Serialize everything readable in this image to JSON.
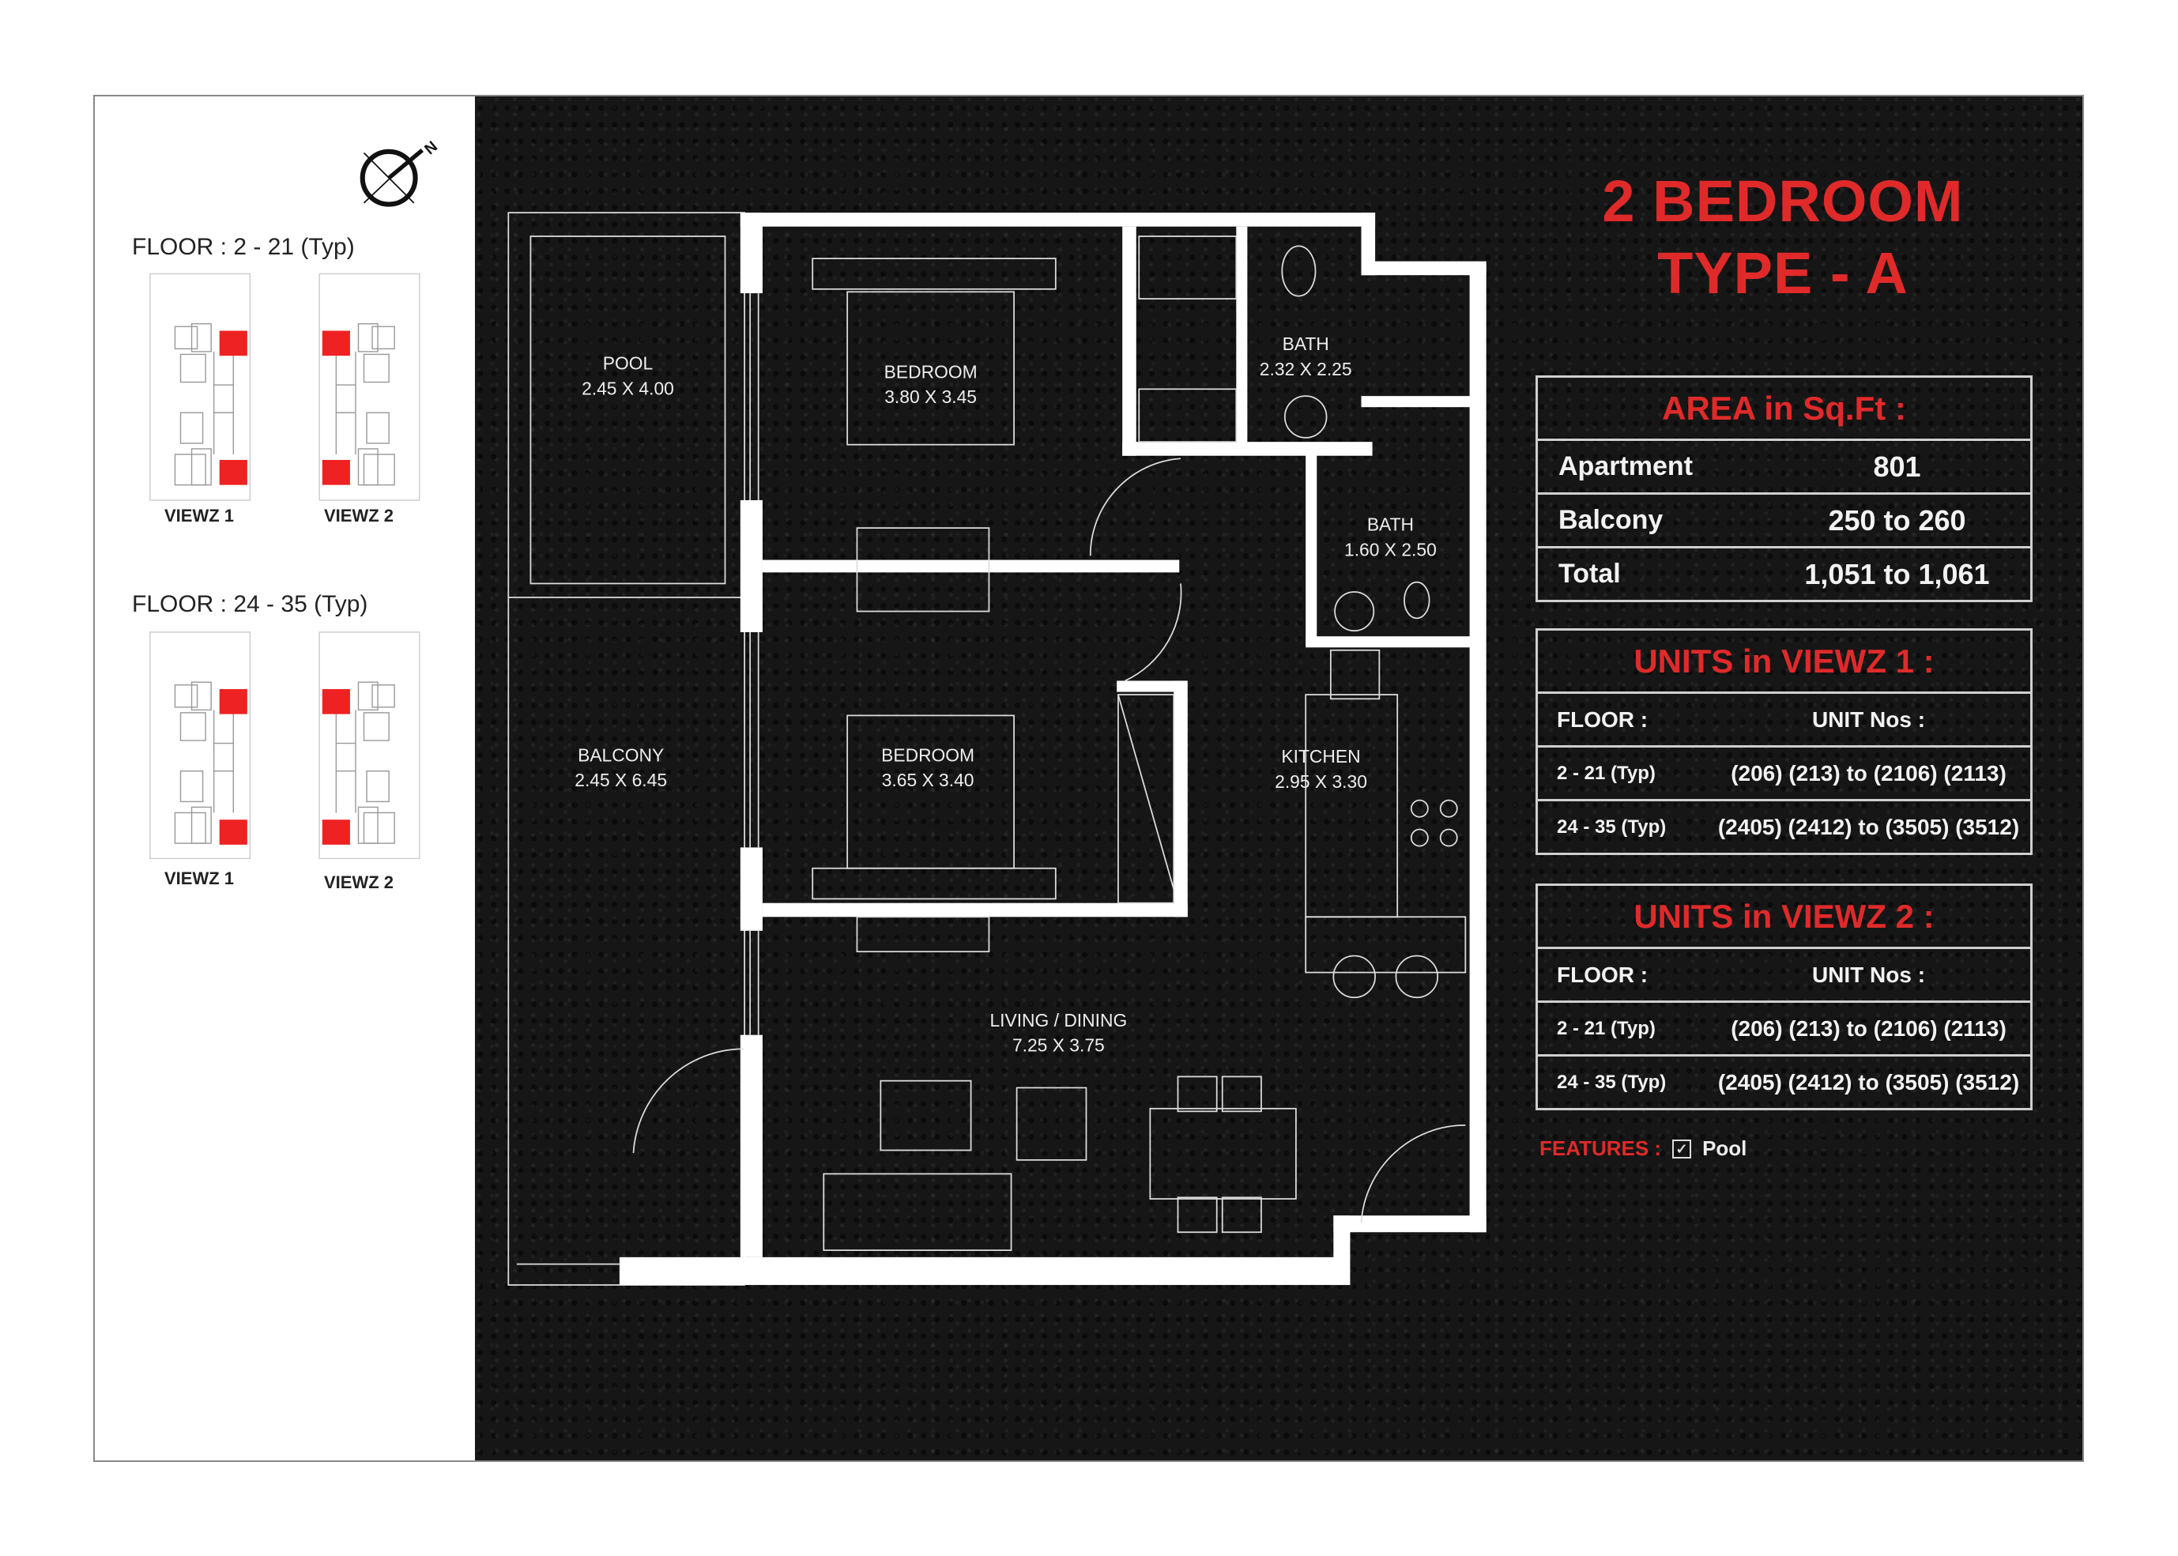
{
  "title": {
    "line1": "2 BEDROOM",
    "line2": "TYPE - A"
  },
  "key_plan": {
    "compass_label": "N",
    "floors": [
      {
        "label": "FLOOR : 2 - 21 (Typ)",
        "views": [
          "VIEWZ 1",
          "VIEWZ 2"
        ]
      },
      {
        "label": "FLOOR : 24 - 35 (Typ)",
        "views": [
          "VIEWZ 1",
          "VIEWZ 2"
        ]
      }
    ]
  },
  "rooms": {
    "pool": {
      "name": "POOL",
      "size": "2.45 X 4.00"
    },
    "bedroom1": {
      "name": "BEDROOM",
      "size": "3.80 X 3.45"
    },
    "bath1": {
      "name": "BATH",
      "size": "2.32 X 2.25"
    },
    "bath2": {
      "name": "BATH",
      "size": "1.60 X 2.50"
    },
    "balcony": {
      "name": "BALCONY",
      "size": "2.45 X 6.45"
    },
    "bedroom2": {
      "name": "BEDROOM",
      "size": "3.65 X 3.40"
    },
    "kitchen": {
      "name": "KITCHEN",
      "size": "2.95 X 3.30"
    },
    "living": {
      "name": "LIVING / DINING",
      "size": "7.25 X 3.75"
    }
  },
  "area": {
    "heading": "AREA in Sq.Ft :",
    "rows": [
      {
        "label": "Apartment",
        "value": "801"
      },
      {
        "label": "Balcony",
        "value": "250 to 260"
      },
      {
        "label": "Total",
        "value": "1,051 to 1,061"
      }
    ]
  },
  "units_viewz1": {
    "heading": "UNITS in VIEWZ 1 :",
    "col_floor": "FLOOR :",
    "col_units": "UNIT Nos :",
    "rows": [
      {
        "floor": "2 - 21 (Typ)",
        "units": "(206) (213) to (2106) (2113)"
      },
      {
        "floor": "24 - 35 (Typ)",
        "units": "(2405) (2412) to (3505) (3512)"
      }
    ]
  },
  "units_viewz2": {
    "heading": "UNITS in VIEWZ 2 :",
    "col_floor": "FLOOR :",
    "col_units": "UNIT Nos :",
    "rows": [
      {
        "floor": "2 - 21 (Typ)",
        "units": "(206) (213) to (2106) (2113)"
      },
      {
        "floor": "24 - 35 (Typ)",
        "units": "(2405) (2412) to (3505) (3512)"
      }
    ]
  },
  "features": {
    "label": "FEATURES :",
    "items": [
      "Pool"
    ]
  },
  "colors": {
    "accent": "#e02a2a",
    "background": "#161616",
    "lines": "#ffffff"
  }
}
